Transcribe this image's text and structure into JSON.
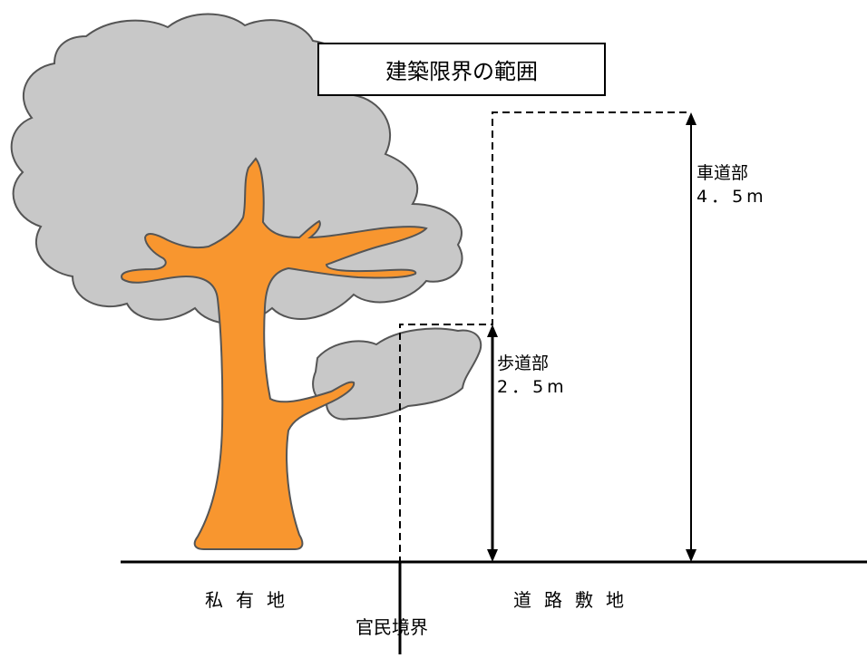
{
  "title": "建築限界の範囲",
  "labels": {
    "roadway": {
      "name": "車道部",
      "value": "4．5m"
    },
    "sidewalk": {
      "name": "歩道部",
      "value": "2．5m"
    },
    "private_land": "私有地",
    "road_site": "道路敷地",
    "boundary": "官民境界"
  },
  "colors": {
    "foliage": "#c8c8c8",
    "trunk": "#f8962f",
    "outline": "#555555",
    "line": "#000000"
  }
}
